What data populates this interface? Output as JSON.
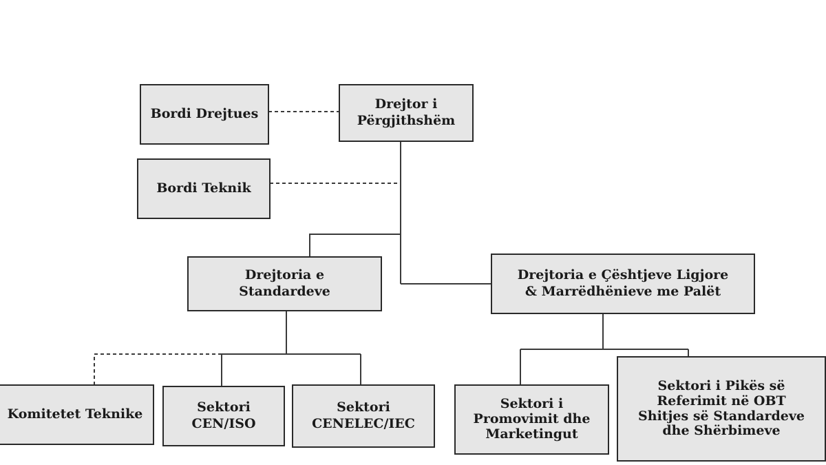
{
  "org_chart": {
    "nodes": {
      "director_general": {
        "lines": [
          "Drejtor i",
          "Përgjithshëm"
        ]
      },
      "steering_board": {
        "lines": [
          "Bordi Drejtues"
        ]
      },
      "technical_board": {
        "lines": [
          "Bordi Teknik"
        ]
      },
      "standards_directorate": {
        "lines": [
          "Drejtoria e",
          "Standardeve"
        ]
      },
      "legal_directorate": {
        "lines": [
          "Drejtoria e Çështjeve Ligjore",
          "& Marrëdhënieve me Palët"
        ]
      },
      "technical_committees": {
        "lines": [
          "Komitetet Teknike"
        ]
      },
      "sector_cen_iso": {
        "lines": [
          "Sektori",
          "CEN/ISO"
        ]
      },
      "sector_cenelec_iec": {
        "lines": [
          "Sektori",
          "CENELEC/IEC"
        ]
      },
      "sector_promotion": {
        "lines": [
          "Sektori i",
          "Promovimit dhe",
          "Marketingut"
        ]
      },
      "sector_reference": {
        "lines": [
          "Sektori i Pikës së",
          "Referimit në OBT",
          "Shitjes së Standardeve",
          "dhe Shërbimeve"
        ]
      }
    },
    "colors": {
      "box_fill": "#e6e6e6",
      "border": "#2a2a2a",
      "line": "#3a3a3a"
    }
  }
}
